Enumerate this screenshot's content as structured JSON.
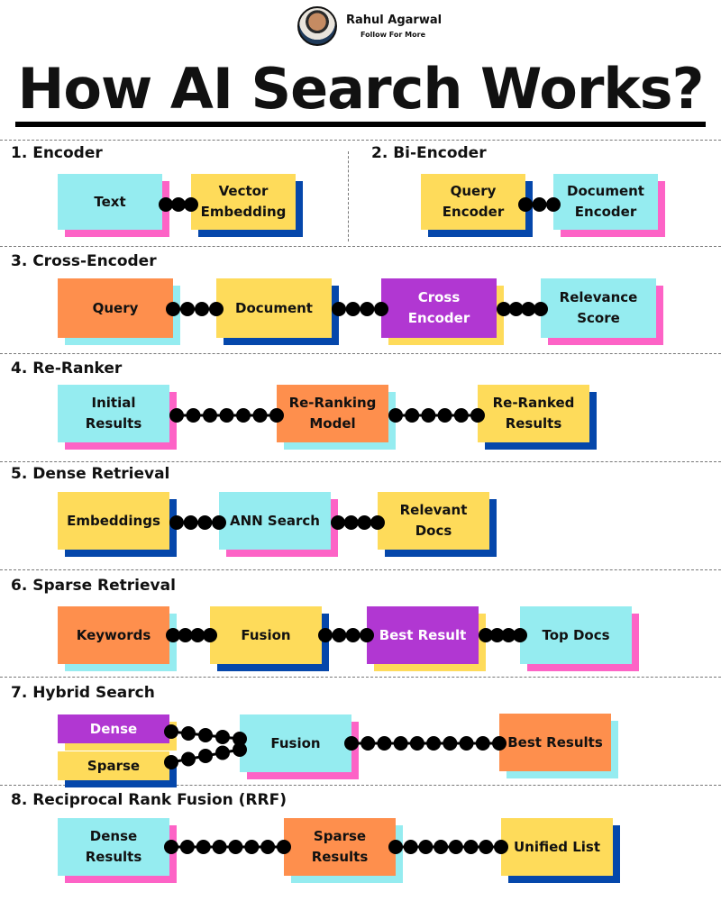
{
  "author": {
    "name": "Rahul Agarwal",
    "subtitle": "Follow For More"
  },
  "title": "How AI Search Works?",
  "colors": {
    "cyan": "#95ecf0",
    "yellow": "#fedb5a",
    "orange": "#fe8f4d",
    "purple": "#b137d2",
    "pink": "#fd63c6",
    "blue": "#0547ab",
    "chain": "#000000"
  },
  "sections": [
    {
      "title": "1. Encoder",
      "nodes": [
        "Text",
        "Vector Embedding"
      ]
    },
    {
      "title": "2. Bi-Encoder",
      "nodes": [
        "Query Encoder",
        "Document Encoder"
      ]
    },
    {
      "title": "3. Cross-Encoder",
      "nodes": [
        "Query",
        "Document",
        "Cross Encoder",
        "Relevance Score"
      ]
    },
    {
      "title": "4. Re-Ranker",
      "nodes": [
        "Initial Results",
        "Re-Ranking Model",
        "Re-Ranked Results"
      ]
    },
    {
      "title": "5. Dense Retrieval",
      "nodes": [
        "Embeddings",
        "ANN Search",
        "Relevant Docs"
      ]
    },
    {
      "title": "6. Sparse Retrieval",
      "nodes": [
        "Keywords",
        "Fusion",
        "Best Result",
        "Top Docs"
      ]
    },
    {
      "title": "7. Hybrid Search",
      "nodes": [
        "Dense",
        "Sparse",
        "Fusion",
        "Best Results"
      ]
    },
    {
      "title": "8. Reciprocal Rank Fusion (RRF)",
      "nodes": [
        "Dense Results",
        "Sparse Results",
        "Unified List"
      ]
    }
  ]
}
